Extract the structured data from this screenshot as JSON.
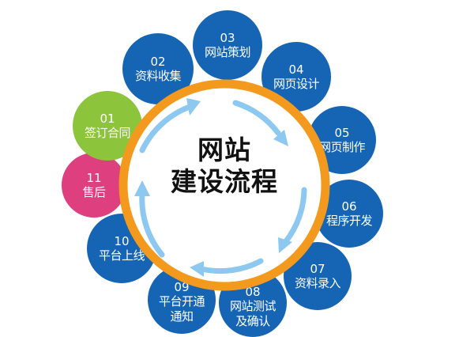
{
  "title": {
    "line1": "网站",
    "line2": "建设流程"
  },
  "colors": {
    "blue": "#1565b4",
    "green": "#8cc43c",
    "pink": "#de3f7e",
    "ring": "#f39a1e",
    "arrow": "#8cc8f0"
  },
  "steps": [
    {
      "num": "01",
      "label": "签订合同",
      "color": "green"
    },
    {
      "num": "02",
      "label": "资料收集",
      "color": "blue"
    },
    {
      "num": "03",
      "label": "网站策划",
      "color": "blue"
    },
    {
      "num": "04",
      "label": "网页设计",
      "color": "blue"
    },
    {
      "num": "05",
      "label": "网页制作",
      "color": "blue"
    },
    {
      "num": "06",
      "label": "程序开发",
      "color": "blue"
    },
    {
      "num": "07",
      "label": "资料录入",
      "color": "blue"
    },
    {
      "num": "08",
      "label": "网站测试",
      "label2": "及确认",
      "color": "blue"
    },
    {
      "num": "09",
      "label": "平台开通",
      "label2": "通知",
      "color": "blue"
    },
    {
      "num": "10",
      "label": "平台上线",
      "color": "blue"
    },
    {
      "num": "11",
      "label": "售后",
      "color": "pink"
    }
  ]
}
